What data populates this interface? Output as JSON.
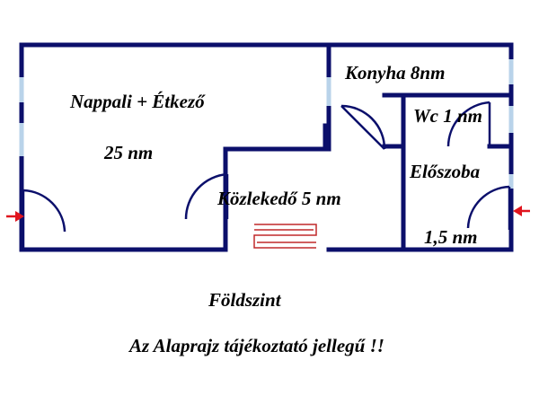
{
  "rooms": {
    "nappali": "Nappali + Étkező",
    "nappali_area": "25 nm",
    "konyha": "Konyha 8nm",
    "wc": "Wc 1 nm",
    "eloszoba": "Előszoba",
    "eloszoba_area": "1,5 nm",
    "kozlekedo": "Közlekedő 5 nm"
  },
  "captions": {
    "floor": "Földszint",
    "disclaimer": "Az Alaprajz tájékoztató jellegű !!"
  },
  "colors": {
    "wall": "#0b0f6b",
    "window": "#b9d3ea",
    "door": "#0b0f6b",
    "entrance_arrow": "#e0141e",
    "stairs": "#c0282a",
    "text": "#000000"
  },
  "icons": {
    "entrance_left": "entrance-arrow-icon",
    "entrance_right": "entrance-arrow-icon",
    "stairs": "stairs-icon"
  }
}
